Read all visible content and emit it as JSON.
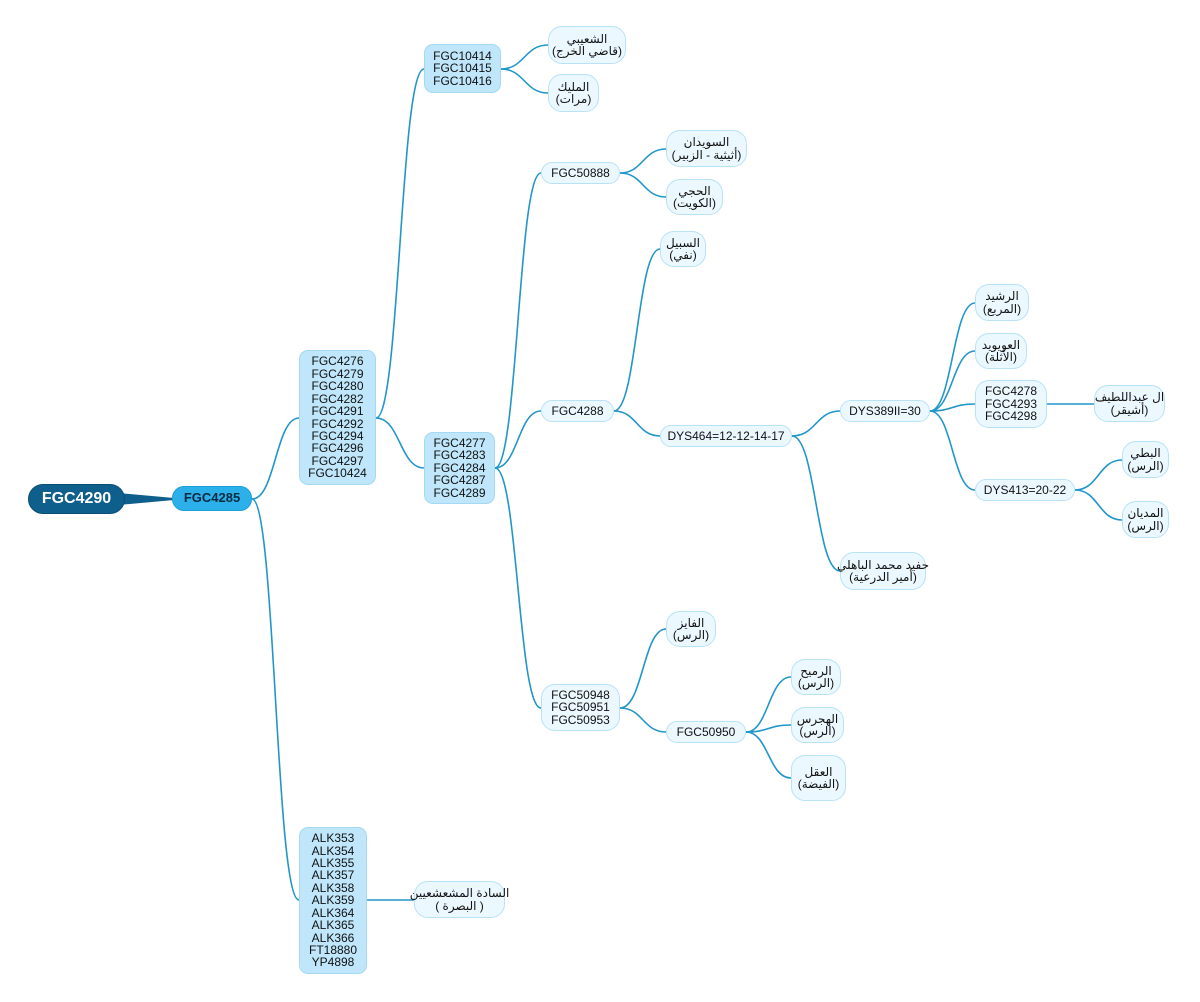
{
  "root": {
    "label": "FGC4290"
  },
  "main": {
    "label": "FGC4285"
  },
  "branch_a": {
    "lines": [
      "FGC4276",
      "FGC4279",
      "FGC4280",
      "FGC4282",
      "FGC4291",
      "FGC4292",
      "FGC4294",
      "FGC4296",
      "FGC4297",
      "FGC10424"
    ]
  },
  "branch_b": {
    "lines": [
      "ALK353",
      "ALK354",
      "ALK355",
      "ALK357",
      "ALK358",
      "ALK359",
      "ALK364",
      "ALK365",
      "ALK366",
      "FT18880",
      "YP4898"
    ]
  },
  "fgc10414": {
    "lines": [
      "FGC10414",
      "FGC10415",
      "FGC10416"
    ]
  },
  "shaibi": {
    "lines": [
      "الشعيبي",
      "(قاضي الخرج)"
    ]
  },
  "mulaik": {
    "lines": [
      "المليك",
      "(مرات)"
    ]
  },
  "fgc4277": {
    "lines": [
      "FGC4277",
      "FGC4283",
      "FGC4284",
      "FGC4287",
      "FGC4289"
    ]
  },
  "fgc50888": {
    "lines": [
      "FGC50888"
    ]
  },
  "suwaidan": {
    "lines": [
      "السويدان",
      "(أثيثية - الزبير)"
    ]
  },
  "hajji": {
    "lines": [
      "الحجي",
      "(الكويت)"
    ]
  },
  "fgc4288": {
    "lines": [
      "FGC4288"
    ]
  },
  "subail": {
    "lines": [
      "السبيل",
      "(نفي)"
    ]
  },
  "dys464": {
    "lines": [
      "DYS464=12-12-14-17"
    ]
  },
  "dys389": {
    "lines": [
      "DYS389II=30"
    ]
  },
  "rashid": {
    "lines": [
      "الرشيد",
      "(المربع)"
    ]
  },
  "uwaiwid": {
    "lines": [
      "العويويد",
      "(الأثلة)"
    ]
  },
  "fgc4278": {
    "lines": [
      "FGC4278",
      "FGC4293",
      "FGC4298"
    ]
  },
  "abdullatif": {
    "lines": [
      "ال عبداللطيف",
      "(أشيقر)"
    ]
  },
  "dys413": {
    "lines": [
      "DYS413=20-22"
    ]
  },
  "batli": {
    "lines": [
      "البطي",
      "(الرس)"
    ]
  },
  "midyan": {
    "lines": [
      "المديان",
      "(الرس)"
    ]
  },
  "hafid": {
    "lines": [
      "حفيد محمد الباهلي",
      "(أمير الدرعية)"
    ]
  },
  "fgc50948": {
    "lines": [
      "FGC50948",
      "FGC50951",
      "FGC50953"
    ]
  },
  "fayiz": {
    "lines": [
      "الفايز",
      "(الرس)"
    ]
  },
  "fgc50950": {
    "lines": [
      "FGC50950"
    ]
  },
  "rumaih": {
    "lines": [
      "الرميح",
      "(الرس)"
    ]
  },
  "hajras": {
    "lines": [
      "الهجرس",
      "(الرس)"
    ]
  },
  "aql": {
    "lines": [
      "العقل",
      "(الفيضة)"
    ]
  },
  "mushashain": {
    "lines": [
      "السادة المشعشعيين",
      "( البصرة )"
    ]
  },
  "colors": {
    "link": "#2196c9",
    "root": "#0f5f8c",
    "main": "#2bb0ea",
    "sub": "#bfe6fb",
    "leaf": "#ecf8ff"
  }
}
